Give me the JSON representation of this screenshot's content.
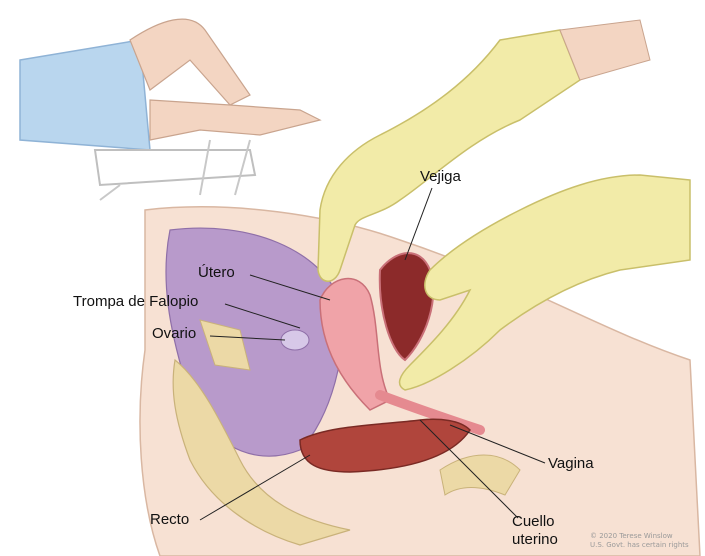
{
  "labels": {
    "vejiga": "Vejiga",
    "utero": "Útero",
    "trompa": "Trompa de Falopio",
    "ovario": "Ovario",
    "vagina": "Vagina",
    "recto": "Recto",
    "cuello_line1": "Cuello",
    "cuello_line2": "uterino"
  },
  "credit": {
    "line1": "© 2020 Terese Winslow",
    "line2": "U.S. Govt. has certain rights"
  },
  "colors": {
    "glove": "#f2eba8",
    "skin": "#f3d5c2",
    "uterus": "#f0a3a8",
    "rectum": "#b0453c",
    "pelvis": "#b89acb",
    "bone": "#ecd9a6",
    "drape": "#b9d6ee"
  }
}
